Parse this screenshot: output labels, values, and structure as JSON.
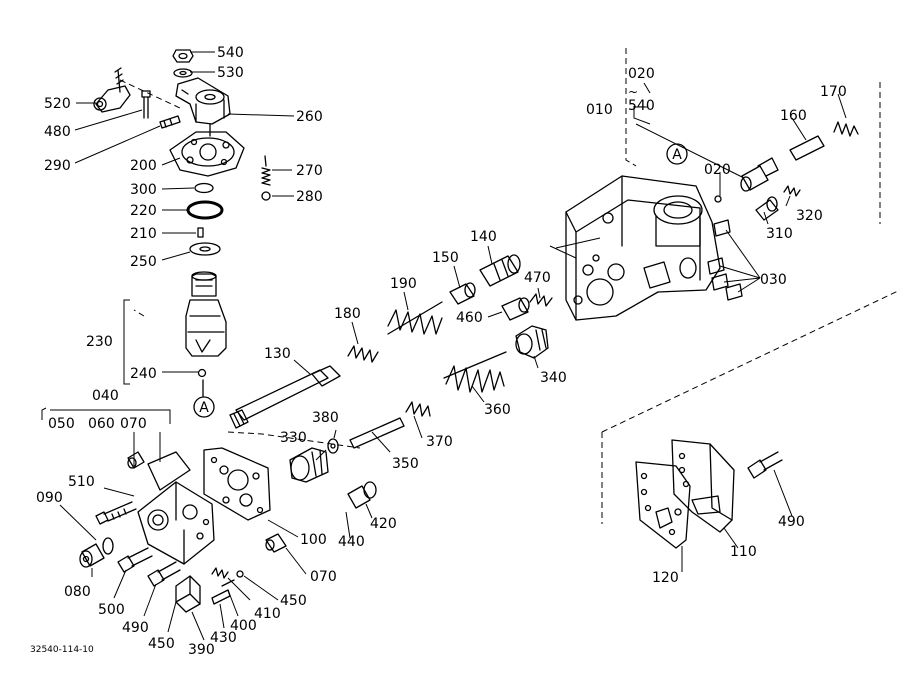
{
  "drawing_code": "32540-114-10",
  "callouts": {
    "p540": "540",
    "p530": "530",
    "p520": "520",
    "p480": "480",
    "p260": "260",
    "p290": "290",
    "p200": "200",
    "p270": "270",
    "p300": "300",
    "p280": "280",
    "p220": "220",
    "p210": "210",
    "p250": "250",
    "p230": "230",
    "p240": "240",
    "ref_a_lower": "A",
    "p040": "040",
    "p050": "050",
    "p060": "060",
    "p070a": "070",
    "p510": "510",
    "p090": "090",
    "p080": "080",
    "p500": "500",
    "p490a": "490",
    "p450a": "450",
    "p390": "390",
    "p430": "430",
    "p400": "400",
    "p410": "410",
    "p450b": "450",
    "p070b": "070",
    "p100": "100",
    "p440": "440",
    "p420": "420",
    "p330": "330",
    "p380": "380",
    "p350": "350",
    "p370": "370",
    "p360": "360",
    "p130": "130",
    "p180": "180",
    "p190": "190",
    "p150": "150",
    "p140": "140",
    "p470": "470",
    "p460": "460",
    "p340": "340",
    "p020a": "020",
    "p540b": "540",
    "p010": "010",
    "ref_a_upper": "A",
    "p020b": "020",
    "p160": "160",
    "p170": "170",
    "p310": "310",
    "p320": "320",
    "p030": "030",
    "p490b": "490",
    "p110": "110",
    "p120": "120"
  }
}
